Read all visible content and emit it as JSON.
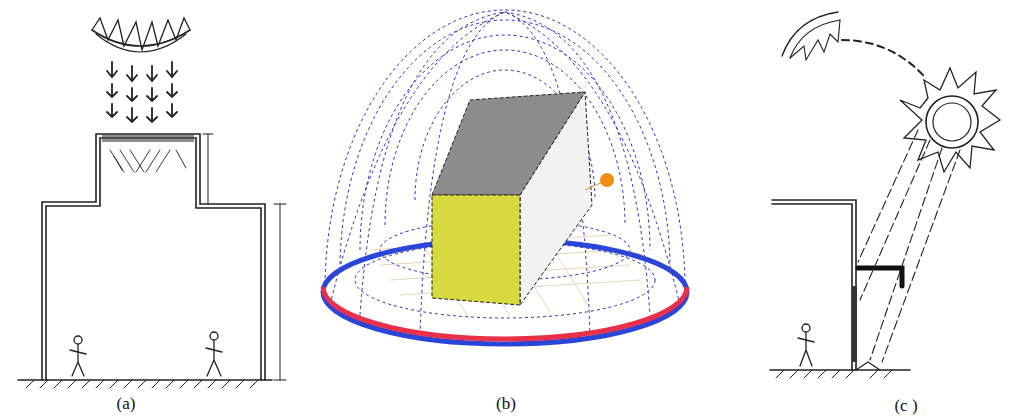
{
  "diagram": {
    "labels": [
      "(a)",
      "(b)",
      "(c )"
    ]
  }
}
